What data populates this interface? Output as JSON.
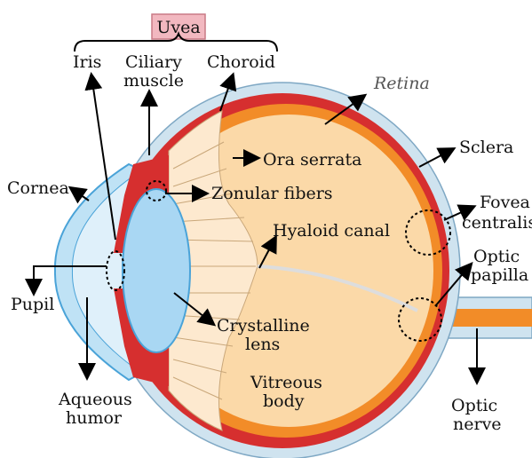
{
  "uvea": "Uvea",
  "labels": {
    "iris": "Iris",
    "ciliary_1": "Ciliary",
    "ciliary_2": "muscle",
    "choroid": "Choroid",
    "retina": "Retina",
    "sclera": "Sclera",
    "ora": "Ora serrata",
    "zonular": "Zonular fibers",
    "cornea": "Cornea",
    "hyaloid": "Hyaloid canal",
    "fovea_1": "Fovea",
    "fovea_2": "centralis",
    "pupil": "Pupil",
    "optic_papilla_1": "Optic",
    "optic_papilla_2": "papilla",
    "lens_1": "Crystalline",
    "lens_2": "lens",
    "aqueous_1": "Aqueous",
    "aqueous_2": "humor",
    "vitreous_1": "Vitreous",
    "vitreous_2": "body",
    "optic_nerve_1": "Optic",
    "optic_nerve_2": "nerve"
  },
  "colors": {
    "sclera": "#cfe3ef",
    "sclera_stroke": "#7fa8c4",
    "choroid": "#d62f2f",
    "retina": "#f28c28",
    "vitreous": "#fbd9a8",
    "ciliary": "#fde9cf",
    "lens": "#a9d7f3",
    "cornea": "#dff0fa",
    "uvea_box": "#f2b8c0"
  }
}
